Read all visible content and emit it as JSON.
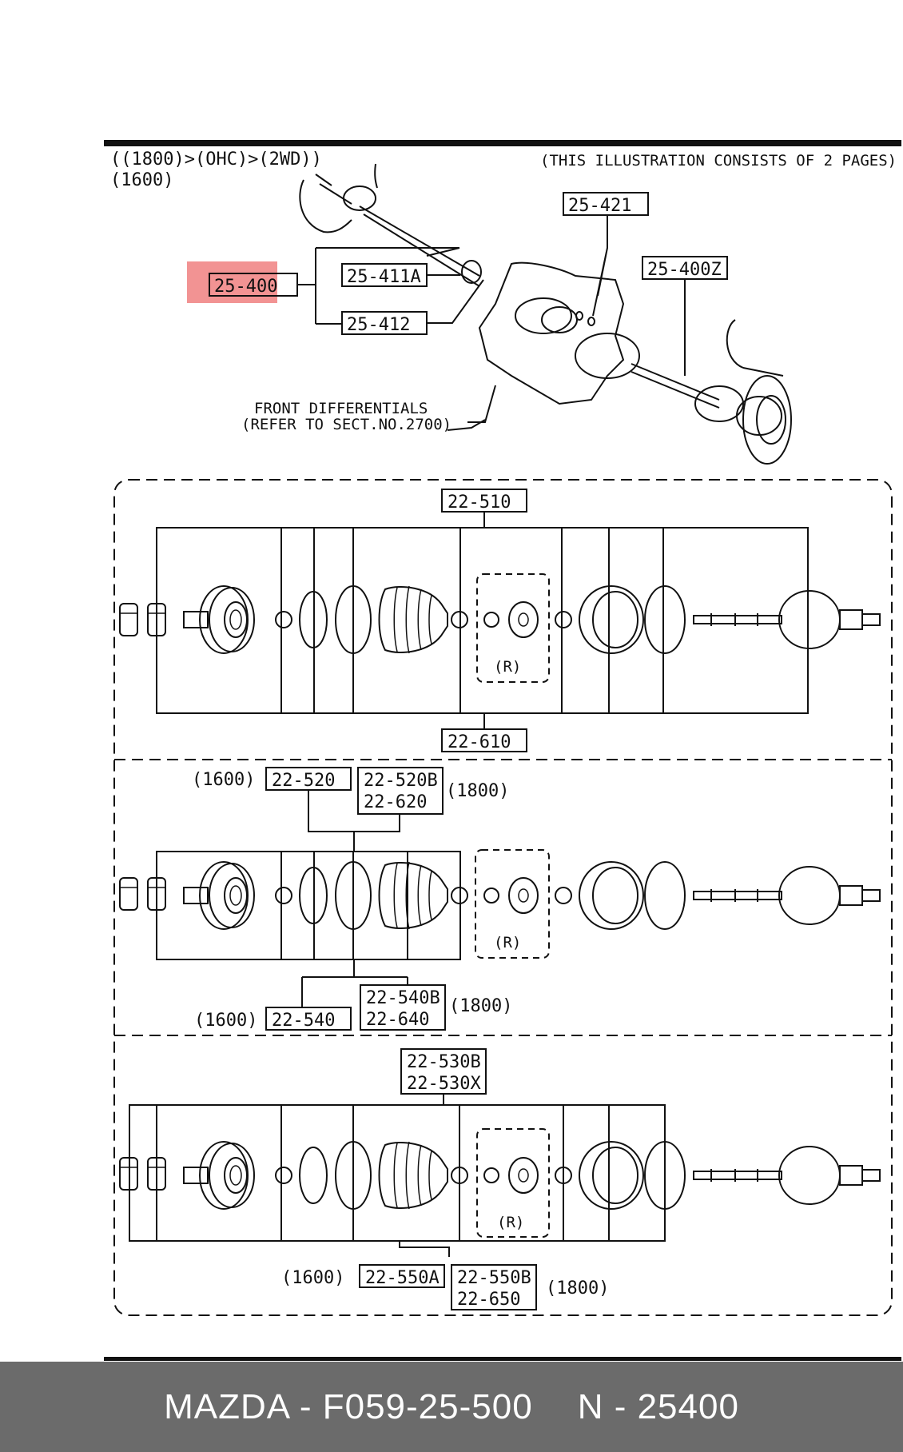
{
  "header": {
    "config_line": "((1800)>(OHC)>(2WD))",
    "config_line2": "(1600)",
    "pages_note": "(THIS ILLUSTRATION CONSISTS OF  2 PAGES)"
  },
  "callouts": {
    "assembly": "25-400",
    "p411a": "25-411A",
    "p412": "25-412",
    "p421": "25-421",
    "p400z": "25-400Z"
  },
  "differential_note": {
    "line1": "FRONT DIFFERENTIALS",
    "line2": "(REFER TO SECT.NO.2700)"
  },
  "highlight_color": "#f08080",
  "panel1": {
    "top_label": "22-510",
    "bottom_label": "22-610",
    "r_label": "(R)"
  },
  "panel2": {
    "top_1600": "(1600)",
    "top_left": "22-520",
    "top_right_a": "22-520B",
    "top_right_b": "22-620",
    "top_1800": "(1800)",
    "bot_1600": "(1600)",
    "bot_left": "22-540",
    "bot_right_a": "22-540B",
    "bot_right_b": "22-640",
    "bot_1800": "(1800)",
    "r_label": "(R)"
  },
  "panel3": {
    "top_a": "22-530B",
    "top_b": "22-530X",
    "bot_1600": "(1600)",
    "bot_left": "22-550A",
    "bot_right_a": "22-550B",
    "bot_right_b": "22-650",
    "bot_1800": "(1800)",
    "r_label": "(R)"
  },
  "footer": {
    "brand_part": "MAZDA - F059-25-500",
    "ref": "N - 25400"
  }
}
